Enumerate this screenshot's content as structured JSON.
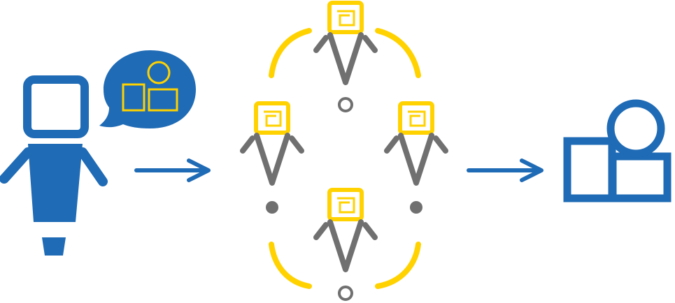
{
  "colors": {
    "client": "#1f6bb5",
    "worker_head": "#ffd200",
    "worker_body": "#707070",
    "arc": "#ffd200",
    "arrow": "#1f6bb5",
    "result": "#1f6bb5",
    "background": "#ffffff"
  },
  "icons": {
    "client": "person-icon",
    "idea": "speech-bubble-icon",
    "worker": "worker-person-icon",
    "arrow": "arrow-right-icon",
    "result": "shapes-icon"
  },
  "workers": [
    {
      "name": "worker-top",
      "head_pattern": "spiral-square"
    },
    {
      "name": "worker-left",
      "head_pattern": "spiral-square"
    },
    {
      "name": "worker-right",
      "head_pattern": "spiral-square"
    },
    {
      "name": "worker-bottom",
      "head_pattern": "spiral-square"
    }
  ]
}
